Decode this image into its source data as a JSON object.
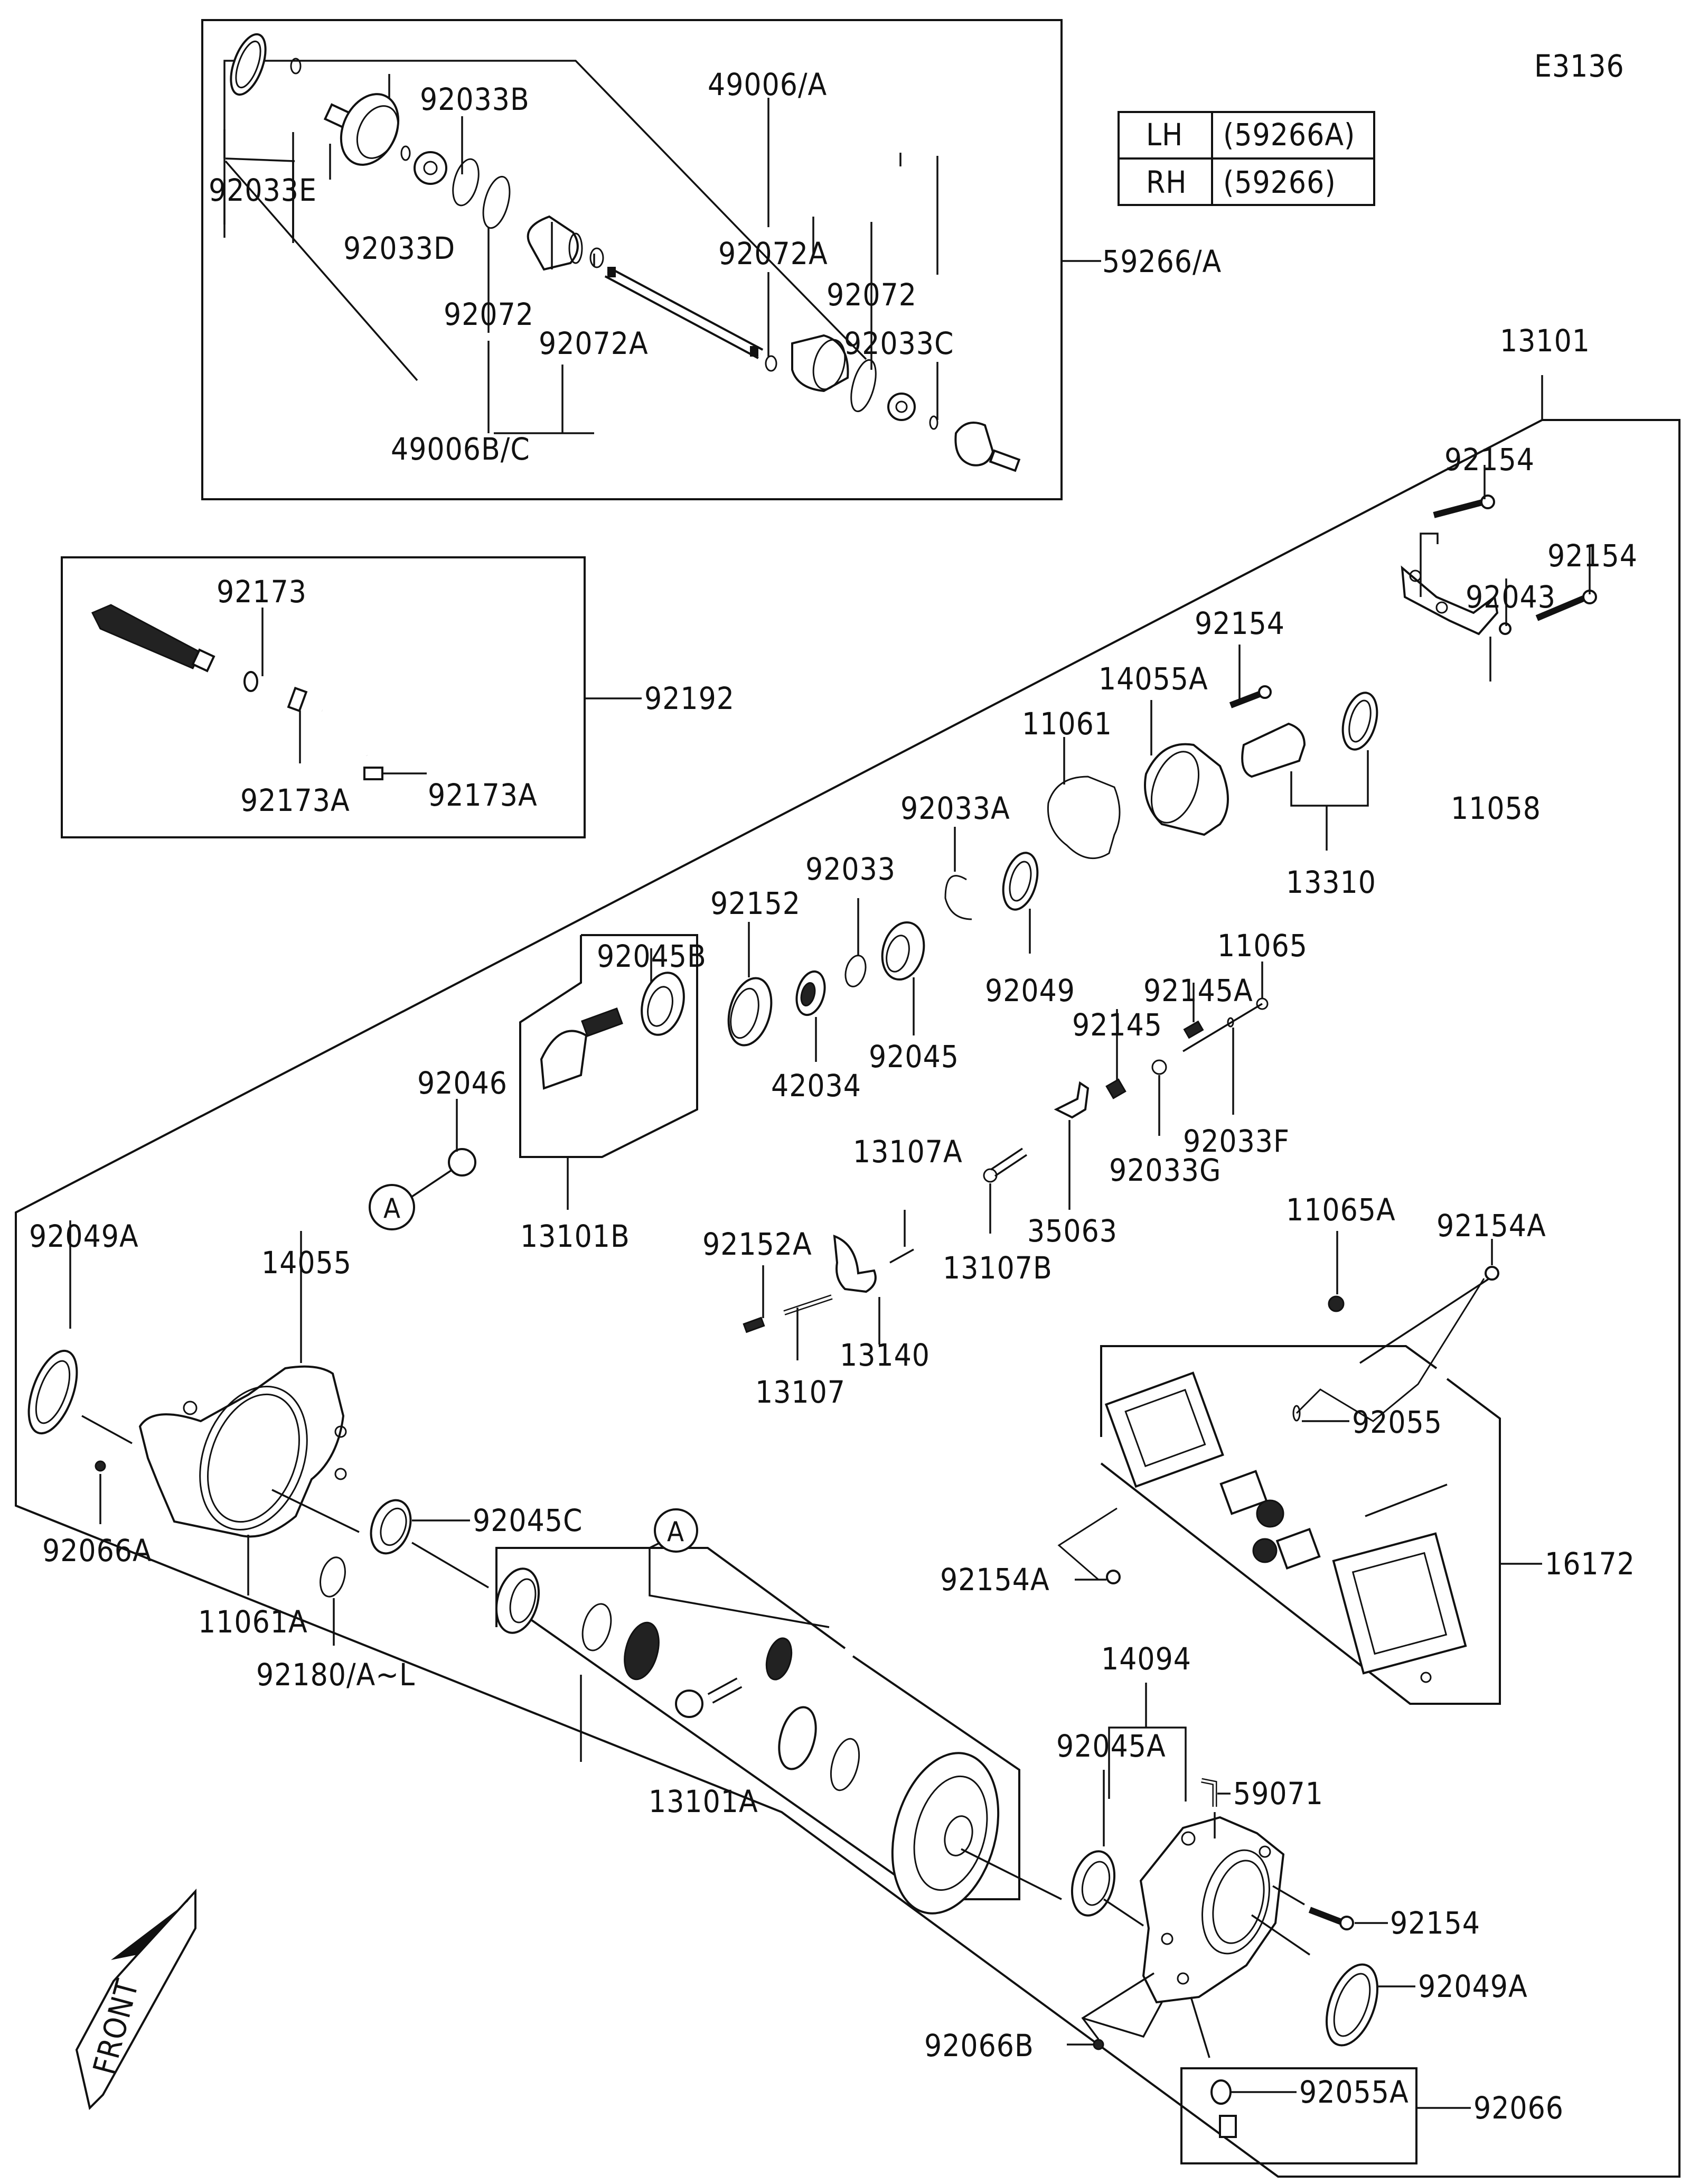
{
  "diagram": {
    "drawing_id": "E3136",
    "colors": {
      "line": "#111111",
      "background": "#ffffff"
    },
    "side_table": {
      "rows": [
        {
          "side": "LH",
          "part": "(59266A)"
        },
        {
          "side": "RH",
          "part": "(59266)"
        }
      ]
    },
    "front_marker": "FRONT",
    "reference_marker": "A",
    "groups": {
      "drive_shaft": {
        "assembly": "59266/A"
      },
      "boot_kit": {
        "assembly": "92192"
      },
      "gear_case": {
        "assembly": "13101"
      },
      "pinion_set": {
        "assembly": "13101B"
      },
      "differential_set": {
        "assembly": "13101A"
      },
      "actuator": {
        "assembly": "16172"
      },
      "cover": {
        "assembly": "14094"
      },
      "plug_kit": {
        "assembly": "92066"
      }
    },
    "labels": {
      "p92033E": "92033E",
      "p92033B": "92033B",
      "p92033D": "92033D",
      "p92072_a": "92072",
      "p92072A_a": "92072A",
      "p49006BC": "49006B/C",
      "p49006A": "49006/A",
      "p92072A_b": "92072A",
      "p92072_b": "92072",
      "p92033C": "92033C",
      "p59266A": "59266/A",
      "p92173": "92173",
      "p92173A_a": "92173A",
      "p92173A_b": "92173A",
      "p92192": "92192",
      "p13101": "13101",
      "p92154_a": "92154",
      "p92154_b": "92154",
      "p92043": "92043",
      "p11058": "11058",
      "p92154_c": "92154",
      "p14055A": "14055A",
      "p11061": "11061",
      "p13310": "13310",
      "p92033A": "92033A",
      "p92033": "92033",
      "p92152": "92152",
      "p92049": "92049",
      "p92045": "92045",
      "p42034": "42034",
      "p92045B": "92045B",
      "p92046": "92046",
      "p13101B": "13101B",
      "p11065": "11065",
      "p92145A": "92145A",
      "p92145": "92145",
      "p92033F": "92033F",
      "p92033G": "92033G",
      "p35063": "35063",
      "p13107A": "13107A",
      "p13107B": "13107B",
      "p92152A": "92152A",
      "p13140": "13140",
      "p13107": "13107",
      "p11065A": "11065A",
      "p92154A_a": "92154A",
      "p92055": "92055",
      "p16172": "16172",
      "p92154A_b": "92154A",
      "p92049A_a": "92049A",
      "p14055": "14055",
      "p92066A": "92066A",
      "p11061A": "11061A",
      "p92045C": "92045C",
      "p92180": "92180/A~L",
      "p13101A": "13101A",
      "p14094": "14094",
      "p92045A": "92045A",
      "p59071": "59071",
      "p92154_d": "92154",
      "p92049A_b": "92049A",
      "p92066B": "92066B",
      "p92055A": "92055A",
      "p92066": "92066"
    }
  }
}
